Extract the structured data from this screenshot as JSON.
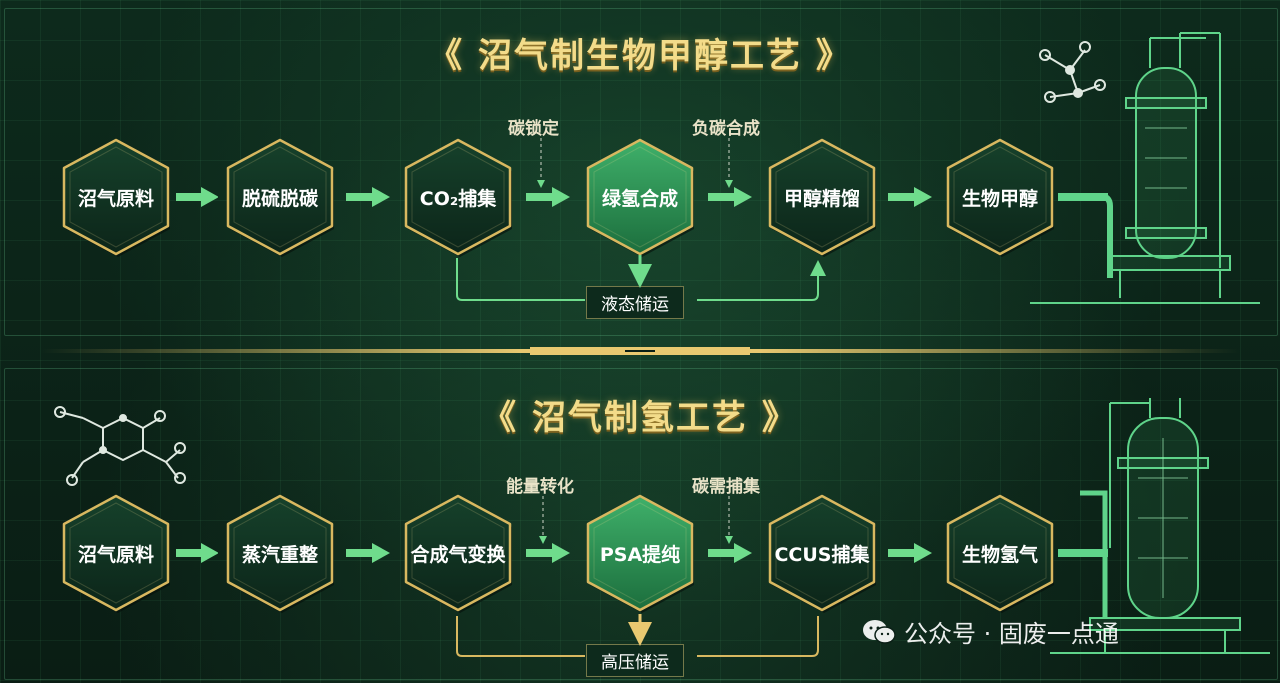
{
  "section1": {
    "title": "《 沼气制生物甲醇工艺 》",
    "steps": [
      "沼气原料",
      "脱硫脱碳",
      "CO₂捕集",
      "绿氢合成",
      "甲醇精馏",
      "生物甲醇"
    ],
    "notes": [
      "碳锁定",
      "负碳合成"
    ],
    "storage": "液态储运"
  },
  "section2": {
    "title": "《 沼气制氢工艺 》",
    "steps": [
      "沼气原料",
      "蒸汽重整",
      "合成气变换",
      "PSA提纯",
      "CCUS捕集",
      "生物氢气"
    ],
    "notes": [
      "能量转化",
      "碳需捕集"
    ],
    "storage": "高压储运"
  },
  "watermark": "公众号 · 固废一点通",
  "colors": {
    "background": "#0b1f16",
    "gold": "#d8b860",
    "arrow_green": "#6fdc8c",
    "hex_dark": "#123a26",
    "hex_highlight": "#2a8a4e",
    "title": "#f3dc8a"
  },
  "icons": [
    "molecule-icon",
    "reactor-icon",
    "wechat-icon"
  ]
}
